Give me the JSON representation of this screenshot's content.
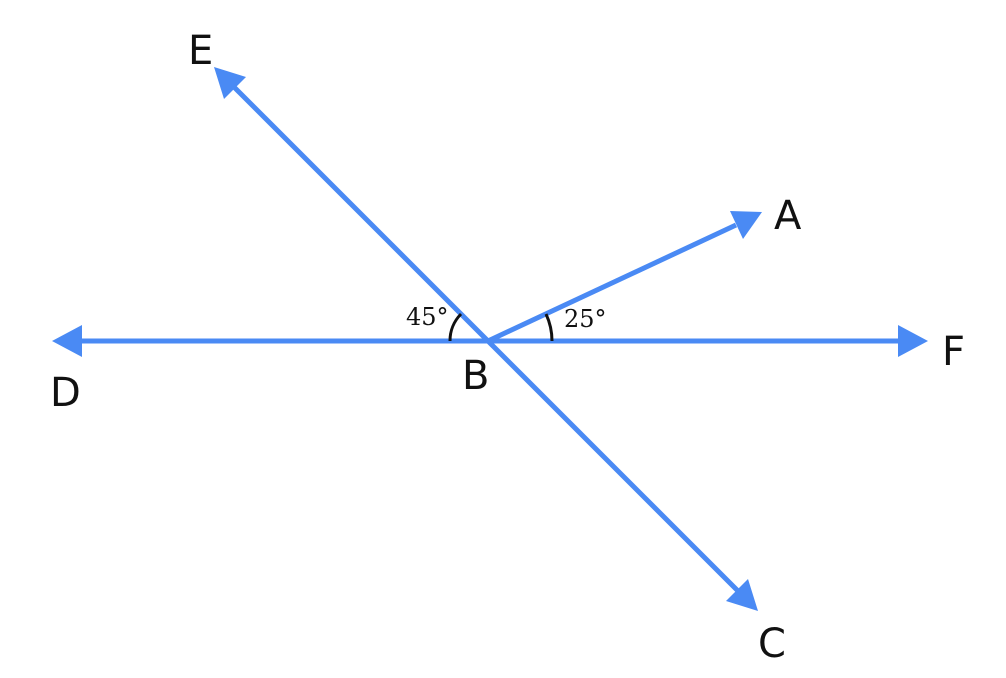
{
  "diagram": {
    "points": {
      "A": "A",
      "B": "B",
      "C": "C",
      "D": "D",
      "E": "E",
      "F": "F"
    },
    "angles": {
      "EBD": "45°",
      "ABF": "25°"
    }
  },
  "colors": {
    "ray": "#4a8af4",
    "text": "#111111"
  }
}
